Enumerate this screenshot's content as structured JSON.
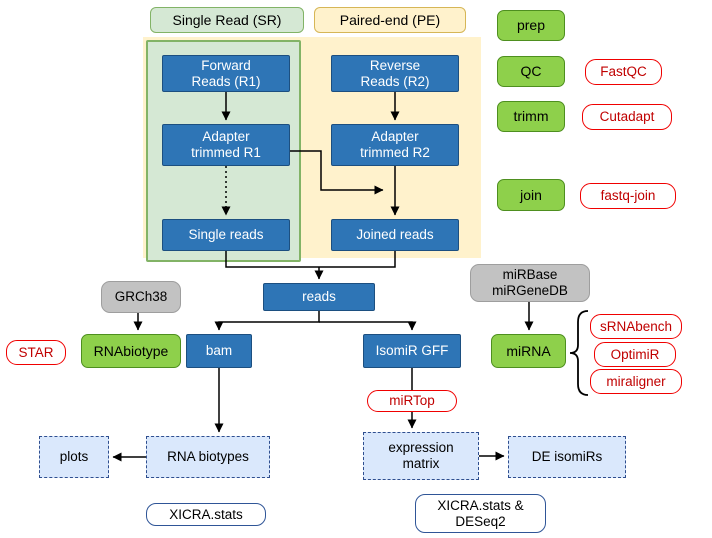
{
  "legend": {
    "sr_label": "Single Read (SR)",
    "pe_label": "Paired-end (PE)"
  },
  "steps": {
    "prep": "prep",
    "qc": "QC",
    "trimm": "trimm",
    "join": "join"
  },
  "tools": {
    "fastqc": "FastQC",
    "cutadapt": "Cutadapt",
    "fastqjoin": "fastq-join",
    "star": "STAR",
    "srnabench": "sRNAbench",
    "optimir": "OptimiR",
    "miraligner": "miraligner",
    "mirtop": "miRTop"
  },
  "nodes": {
    "forward_reads": "Forward Reads (R1)",
    "reverse_reads": "Reverse Reads (R2)",
    "adapter_r1": "Adapter trimmed R1",
    "adapter_r2": "Adapter trimmed R2",
    "single_reads": "Single reads",
    "joined_reads": "Joined reads",
    "reads": "reads",
    "bam": "bam",
    "isomir_gff": "IsomiR GFF",
    "rnabiotype": "RNAbiotype",
    "mirna": "miRNA",
    "grch38": "GRCh38",
    "mirbase": "miRBase miRGeneDB"
  },
  "outputs": {
    "plots": "plots",
    "rna_biotypes": "RNA biotypes",
    "expression_matrix": "expression matrix",
    "de_isomirs": "DE isomiRs",
    "xicra_stats": "XICRA.stats",
    "xicra_deseq": "XICRA.stats & DESeq2"
  },
  "colors": {
    "node_blue": "#2e75b6",
    "node_green": "#8ed04b",
    "node_gray": "#c2c2c2",
    "region_cream": "#fff2cc",
    "region_green": "#d5e8d4",
    "tool_red_border": "#f00000",
    "output_blue_fill": "#dae8fc",
    "outline_blue": "#2f5597"
  }
}
